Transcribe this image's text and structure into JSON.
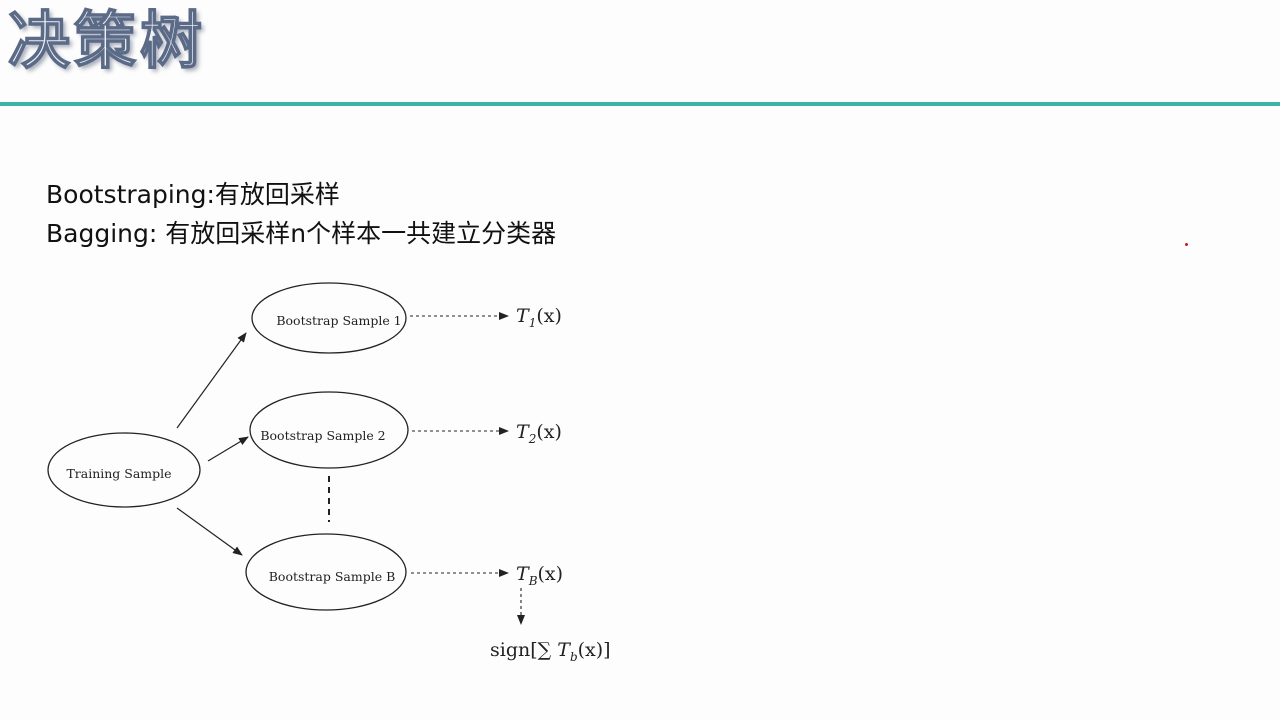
{
  "slide": {
    "title": "决策树",
    "bullet_1_term": "Bootstraping:",
    "bullet_1_text": "有放回采样",
    "bullet_2_term": "Bagging:",
    "bullet_2_text": " 有放回采样n个样本一共建立分类器"
  },
  "diagram": {
    "training_node": "Training Sample",
    "bootstrap_1": "Bootstrap Sample 1",
    "bootstrap_2": "Bootstrap Sample 2",
    "bootstrap_b": "Bootstrap Sample B",
    "tree_letter": "T",
    "sub_1": "1",
    "sub_2": "2",
    "sub_b": "B",
    "sub_small_b": "b",
    "arg": "(x)",
    "sign_prefix": "sign[∑ ",
    "sign_suffix": "(x)]"
  },
  "colors": {
    "title_rule": "#3fb2a8",
    "text": "#111111",
    "pointer_dot": "#d01a1a"
  }
}
